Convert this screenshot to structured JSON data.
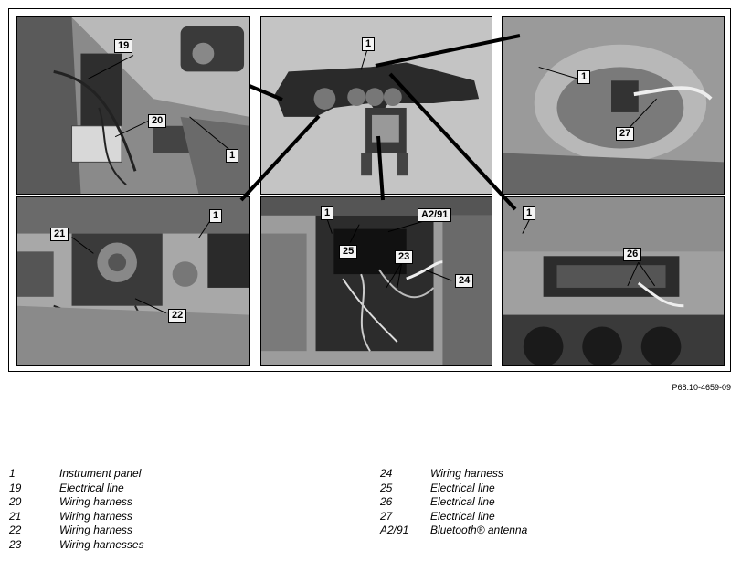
{
  "figure_ref": "P68.10-4659-09",
  "callouts": {
    "p1_19": "19",
    "p1_20": "20",
    "p1_1": "1",
    "p2_1": "1",
    "p3_1": "1",
    "p3_27": "27",
    "p4_21": "21",
    "p4_1": "1",
    "p4_22": "22",
    "p5_1": "1",
    "p5_a291": "A2/91",
    "p5_25": "25",
    "p5_23": "23",
    "p5_24": "24",
    "p6_1": "1",
    "p6_26": "26"
  },
  "legend_left": [
    {
      "num": "1",
      "text": "Instrument panel"
    },
    {
      "num": "19",
      "text": "Electrical line"
    },
    {
      "num": "20",
      "text": "Wiring harness"
    },
    {
      "num": "21",
      "text": "Wiring harness"
    },
    {
      "num": "22",
      "text": "Wiring harness"
    },
    {
      "num": "23",
      "text": "Wiring harnesses"
    }
  ],
  "legend_right": [
    {
      "num": "24",
      "text": "Wiring harness"
    },
    {
      "num": "25",
      "text": "Electrical line"
    },
    {
      "num": "26",
      "text": "Electrical line"
    },
    {
      "num": "27",
      "text": "Electrical line"
    },
    {
      "num": "A2/91",
      "text": "Bluetooth® antenna"
    }
  ]
}
